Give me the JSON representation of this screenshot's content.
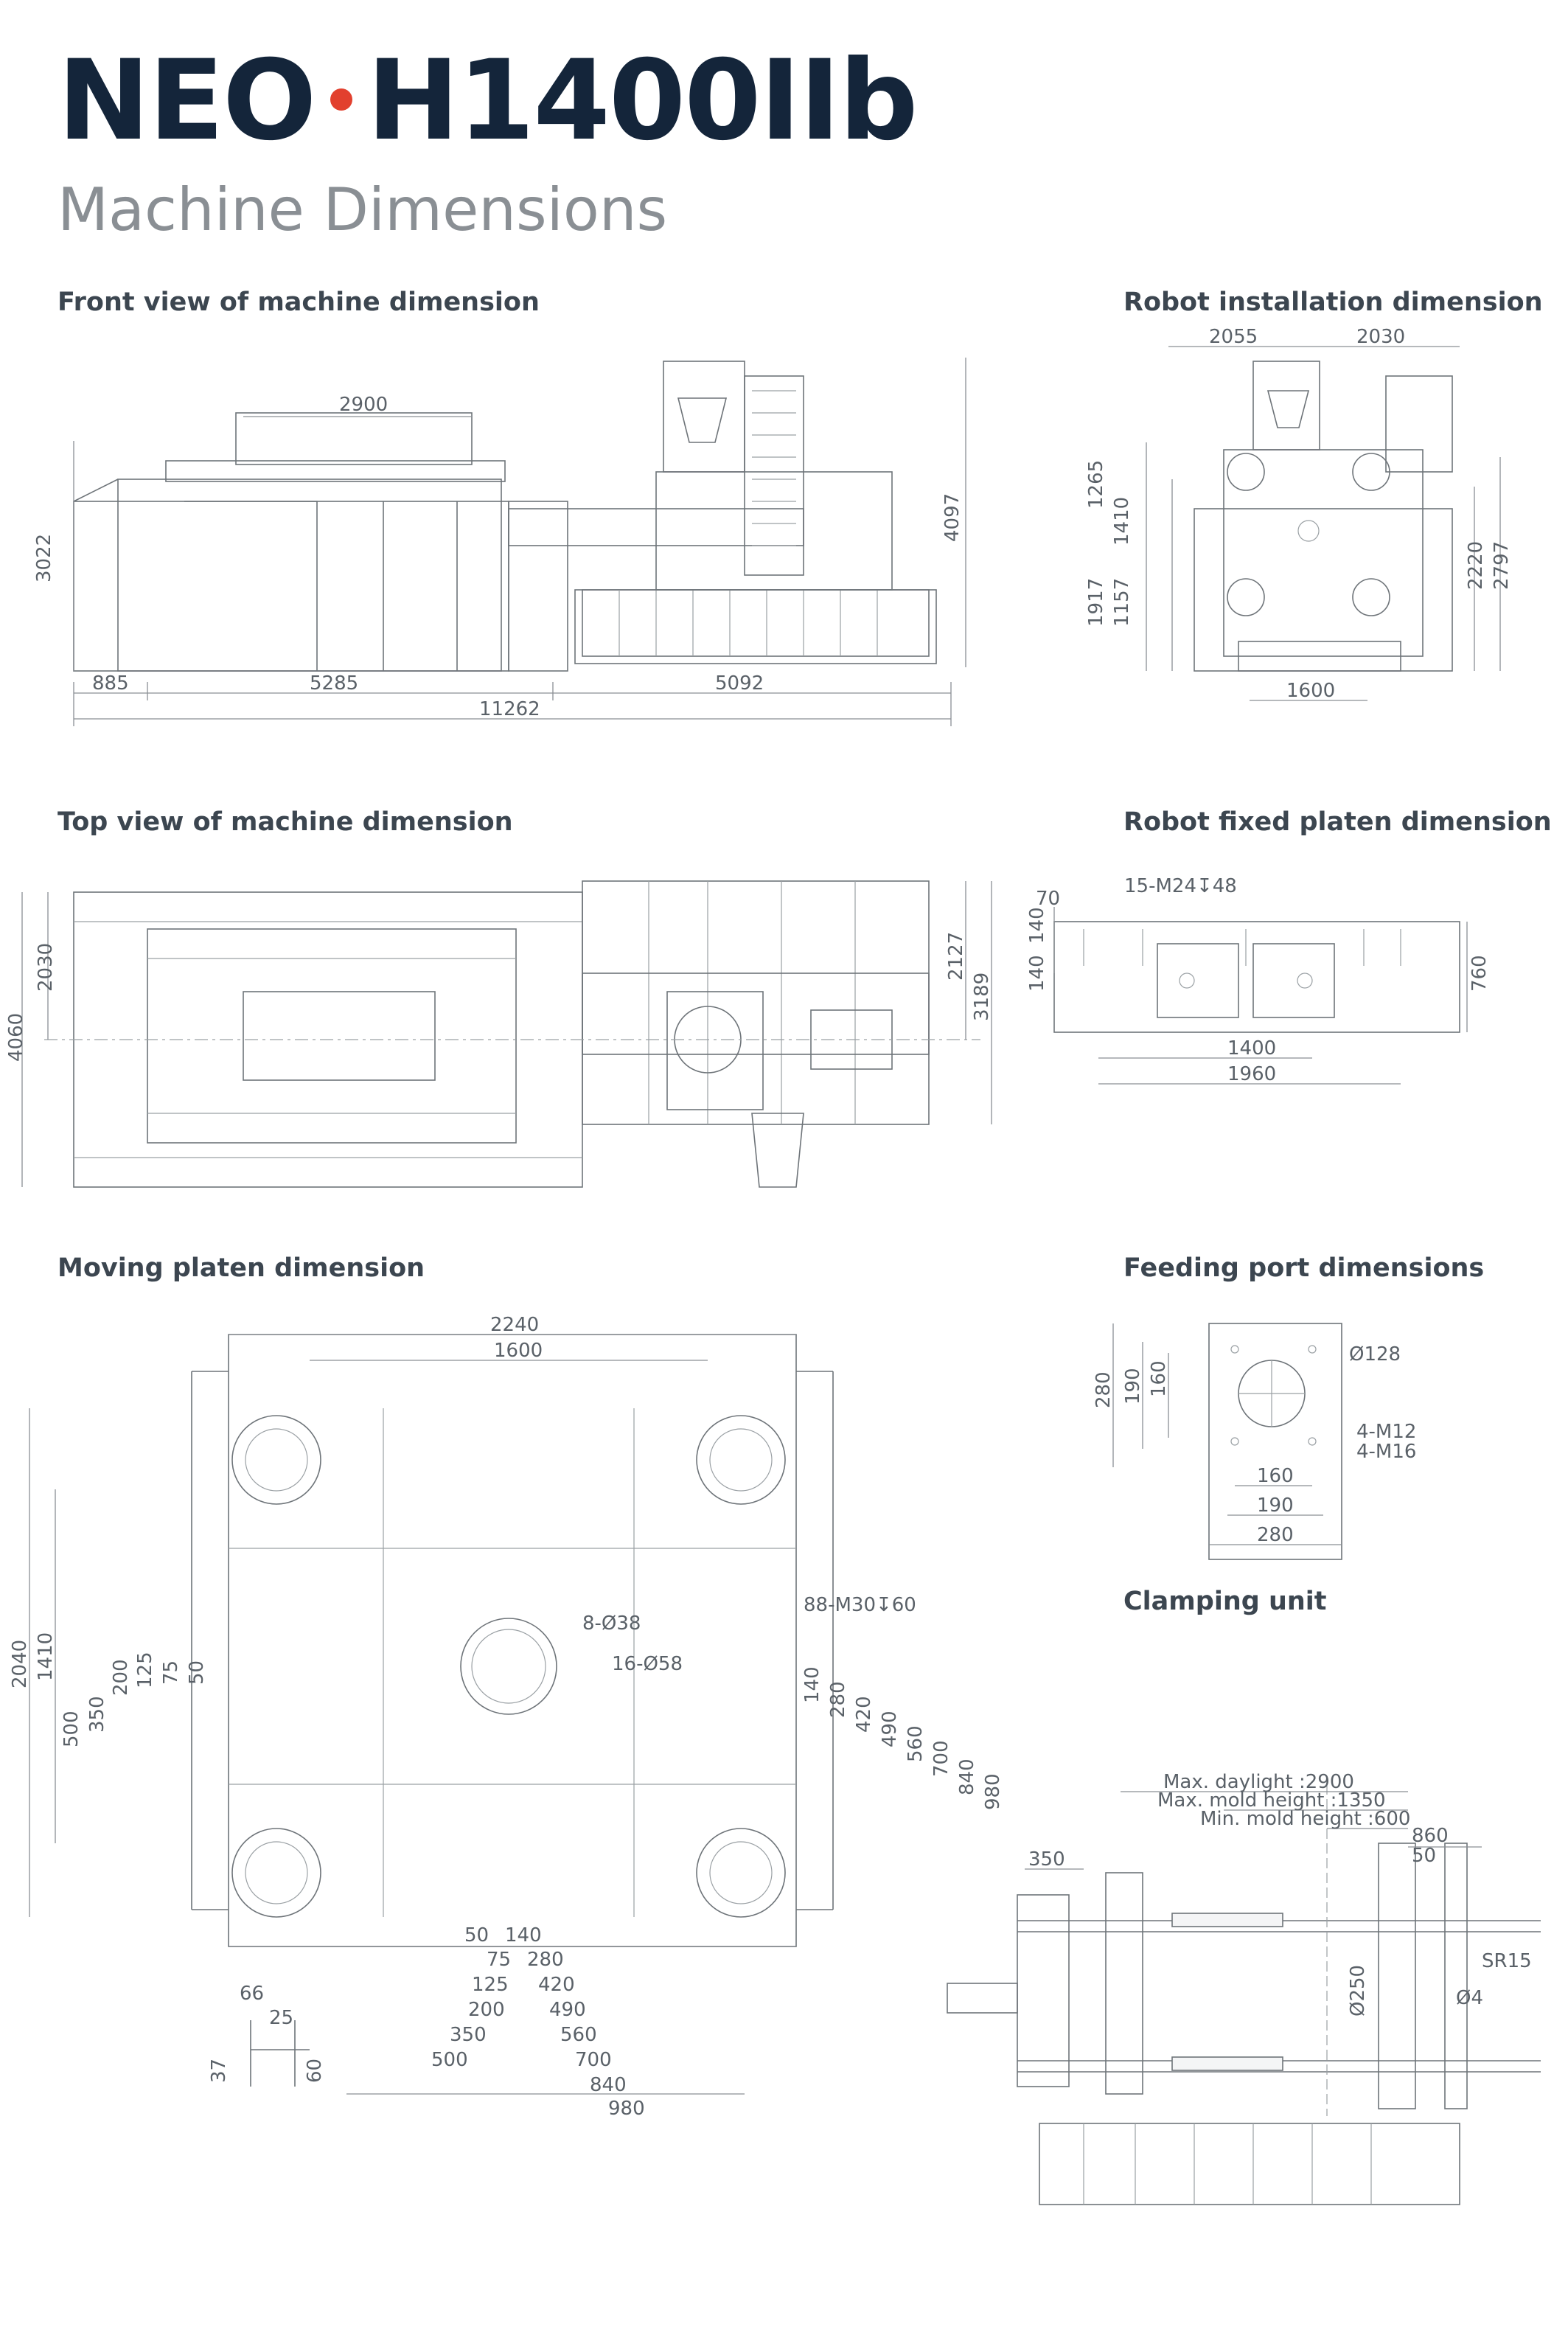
{
  "header": {
    "brand_left": "NEO",
    "brand_right": "H1400IIb",
    "subtitle": "Machine Dimensions"
  },
  "colors": {
    "brand": "#14253a",
    "accent": "#e2402e",
    "line": "#6e7479"
  },
  "sections": {
    "front_view": {
      "title": "Front view of machine dimension",
      "dims": {
        "d2900": "2900",
        "d3022": "3022",
        "d4097": "4097",
        "d885": "885",
        "d5285": "5285",
        "d5092": "5092",
        "d11262": "11262"
      }
    },
    "robot_install": {
      "title": "Robot installation dimension",
      "dims": {
        "d2055": "2055",
        "d2030": "2030",
        "d1265": "1265",
        "d1410": "1410",
        "d1917": "1917",
        "d1157": "1157",
        "d2220": "2220",
        "d2797": "2797",
        "d1600": "1600"
      }
    },
    "top_view": {
      "title": "Top view of machine dimension",
      "dims": {
        "d2030": "2030",
        "d4060": "4060",
        "d2127": "2127",
        "d3189": "3189"
      }
    },
    "robot_fixed": {
      "title": "Robot fixed platen dimension",
      "dims": {
        "holes": "15-M24↧48",
        "d70": "70",
        "d140a": "140",
        "d140b": "140",
        "d760": "760",
        "d1400": "1400",
        "d1960": "1960"
      }
    },
    "moving_platen": {
      "title": "Moving platen dimension",
      "dims": {
        "d2240": "2240",
        "d1600": "1600",
        "d2040": "2040",
        "d1410": "1410",
        "holes88": "88-M30↧60",
        "holes8": "8-Ø38",
        "holes16": "16-Ø58",
        "l500": "500",
        "l350": "350",
        "l200": "200",
        "l125": "125",
        "l75": "75",
        "l50": "50",
        "r140": "140",
        "r280": "280",
        "r420": "420",
        "r490": "490",
        "r560": "560",
        "r700": "700",
        "r840": "840",
        "r980": "980",
        "b50": "50",
        "b140": "140",
        "b75": "75",
        "b280": "280",
        "b125": "125",
        "b420": "420",
        "b200": "200",
        "b490": "490",
        "b350": "350",
        "b560": "560",
        "b500": "500",
        "b700": "700",
        "b840": "840",
        "b980": "980",
        "s66": "66",
        "s25": "25",
        "s37": "37",
        "s60": "60"
      }
    },
    "feeding_port": {
      "title": "Feeding port dimensions",
      "dims": {
        "d280v": "280",
        "d190v": "190",
        "d160v": "160",
        "dia128": "Ø128",
        "m12": "4-M12",
        "m16": "4-M16",
        "d160h": "160",
        "d190h": "190",
        "d280h": "280"
      }
    },
    "clamping_unit": {
      "title": "Clamping unit",
      "dims": {
        "daylight": "Max. daylight :2900",
        "maxmold": "Max. mold height :1350",
        "minmold": "Min. mold height :600",
        "d350": "350",
        "d860": "860",
        "d50": "50",
        "sr15": "SR15",
        "dia250": "Ø250",
        "dia4": "Ø4"
      }
    }
  }
}
